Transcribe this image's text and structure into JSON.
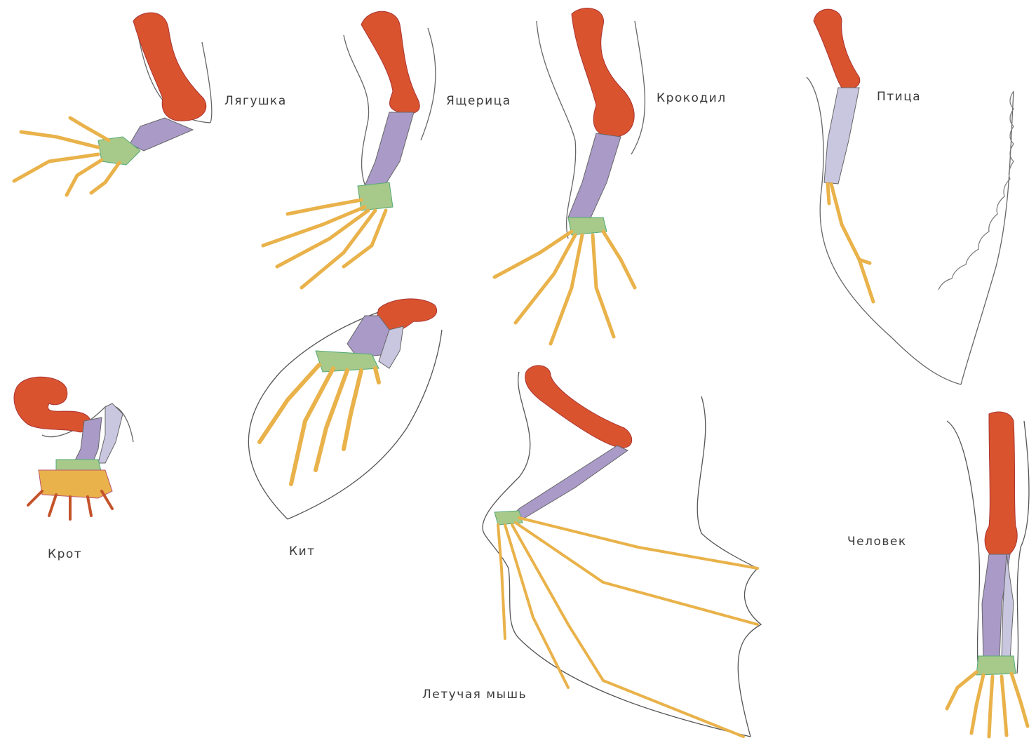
{
  "labels": {
    "frog": "Лягушка",
    "lizard": "Ящерица",
    "crocodile": "Крокодил",
    "bird": "Птица",
    "mole": "Крот",
    "whale": "Кит",
    "bat": "Летучая мышь",
    "human": "Человек"
  },
  "colors": {
    "humerus": "#d9542e",
    "forearm": "#a99ac8",
    "forearm_light": "#c9c6e0",
    "carpals": "#a7c98a",
    "digits": "#e9b24a",
    "outline": "#555555",
    "text": "#3a3a3a"
  }
}
